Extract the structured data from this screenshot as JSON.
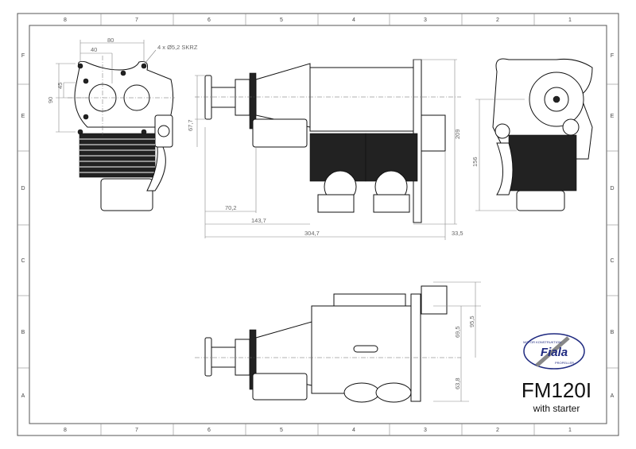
{
  "zones": {
    "columns": [
      "8",
      "7",
      "6",
      "5",
      "4",
      "3",
      "2",
      "1"
    ],
    "rows": [
      "F",
      "E",
      "D",
      "C",
      "B",
      "A"
    ]
  },
  "dimensions": {
    "front": {
      "width_outer": "80",
      "width_inner": "40",
      "holes": "4 x Ø5,2 SKRZ",
      "height_inner": "45",
      "height_outer": "90"
    },
    "side": {
      "hub_dia": "67,7",
      "d1": "70,2",
      "d2": "143,7",
      "length": "304,7",
      "rear": "33,5",
      "height": "209"
    },
    "rear": {
      "height": "156"
    },
    "bottom": {
      "h1": "69,5",
      "h2": "95,5",
      "h3": "63,8"
    }
  },
  "logo": {
    "brand": "Fiala",
    "top_text": "MOTOR KONSTRUKTION",
    "bottom_text": "PROPELLER"
  },
  "title": {
    "model": "FM120I",
    "subtitle": "with starter"
  },
  "colors": {
    "logo": "#1f2a80",
    "line": "#111111"
  }
}
